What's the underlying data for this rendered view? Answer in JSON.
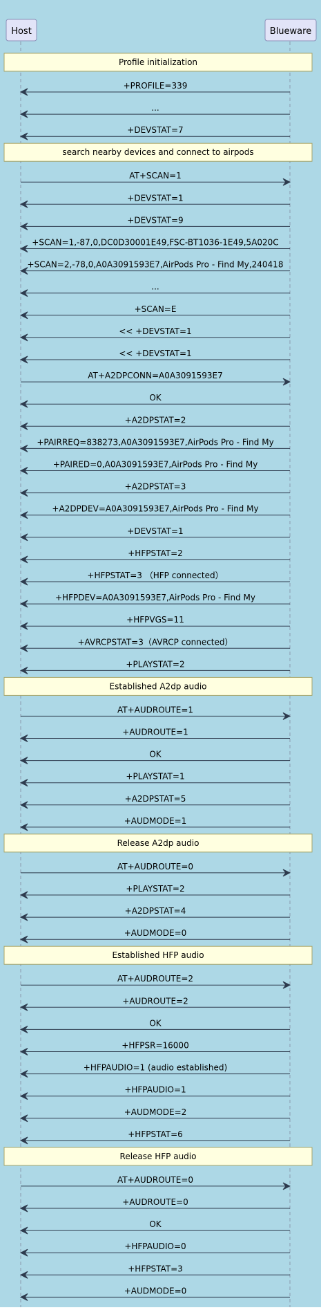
{
  "participants": {
    "left": "Host",
    "right": "Blueware"
  },
  "colors": {
    "background": "#ADD8E6",
    "participant_fill": "#E2E4F8",
    "participant_border": "#8A8FB8",
    "section_fill": "#FFFFE0",
    "section_border": "#A7A56A",
    "arrow": "#2E3B4E",
    "lifeline": "#8A9AAE"
  },
  "sections": [
    {
      "title": "Profile initialization",
      "messages": [
        {
          "dir": "left",
          "text": "+PROFILE=339"
        },
        {
          "dir": "left",
          "text": "..."
        },
        {
          "dir": "left",
          "text": "+DEVSTAT=7"
        }
      ]
    },
    {
      "title": "search nearby devices and connect to airpods",
      "messages": [
        {
          "dir": "right",
          "text": "AT+SCAN=1"
        },
        {
          "dir": "left",
          "text": "+DEVSTAT=1"
        },
        {
          "dir": "left",
          "text": "+DEVSTAT=9"
        },
        {
          "dir": "left",
          "text": "+SCAN=1,-87,0,DC0D30001E49,FSC-BT1036-1E49,5A020C"
        },
        {
          "dir": "left",
          "text": "+SCAN=2,-78,0,A0A3091593E7,AirPods Pro - Find My,240418"
        },
        {
          "dir": "left",
          "text": "..."
        },
        {
          "dir": "left",
          "text": "+SCAN=E"
        },
        {
          "dir": "left",
          "text": "<< +DEVSTAT=1"
        },
        {
          "dir": "left",
          "text": "<< +DEVSTAT=1"
        },
        {
          "dir": "right",
          "text": "AT+A2DPCONN=A0A3091593E7"
        },
        {
          "dir": "left",
          "text": "OK"
        },
        {
          "dir": "left",
          "text": "+A2DPSTAT=2"
        },
        {
          "dir": "left",
          "text": "+PAIRREQ=838273,A0A3091593E7,AirPods Pro - Find My"
        },
        {
          "dir": "left",
          "text": "+PAIRED=0,A0A3091593E7,AirPods Pro - Find My"
        },
        {
          "dir": "left",
          "text": "+A2DPSTAT=3"
        },
        {
          "dir": "left",
          "text": "+A2DPDEV=A0A3091593E7,AirPods Pro - Find My"
        },
        {
          "dir": "left",
          "text": "+DEVSTAT=1"
        },
        {
          "dir": "left",
          "text": "+HFPSTAT=2"
        },
        {
          "dir": "left",
          "text": "+HFPSTAT=3 （HFP connected）"
        },
        {
          "dir": "left",
          "text": "+HFPDEV=A0A3091593E7,AirPods Pro - Find My"
        },
        {
          "dir": "left",
          "text": "+HFPVGS=11"
        },
        {
          "dir": "left",
          "text": "+AVRCPSTAT=3（AVRCP connected）"
        },
        {
          "dir": "left",
          "text": "+PLAYSTAT=2"
        }
      ]
    },
    {
      "title": "Established A2dp audio",
      "messages": [
        {
          "dir": "right",
          "text": "AT+AUDROUTE=1"
        },
        {
          "dir": "left",
          "text": "+AUDROUTE=1"
        },
        {
          "dir": "left",
          "text": "OK"
        },
        {
          "dir": "left",
          "text": "+PLAYSTAT=1"
        },
        {
          "dir": "left",
          "text": "+A2DPSTAT=5"
        },
        {
          "dir": "left",
          "text": "+AUDMODE=1"
        }
      ]
    },
    {
      "title": "Release A2dp audio",
      "messages": [
        {
          "dir": "right",
          "text": "AT+AUDROUTE=0"
        },
        {
          "dir": "left",
          "text": "+PLAYSTAT=2"
        },
        {
          "dir": "left",
          "text": "+A2DPSTAT=4"
        },
        {
          "dir": "left",
          "text": "+AUDMODE=0"
        }
      ]
    },
    {
      "title": "Established HFP audio",
      "messages": [
        {
          "dir": "right",
          "text": "AT+AUDROUTE=2"
        },
        {
          "dir": "left",
          "text": "+AUDROUTE=2"
        },
        {
          "dir": "left",
          "text": "OK"
        },
        {
          "dir": "left",
          "text": "+HFPSR=16000"
        },
        {
          "dir": "left",
          "text": "+HFPAUDIO=1 (audio established)"
        },
        {
          "dir": "left",
          "text": "+HFPAUDIO=1"
        },
        {
          "dir": "left",
          "text": "+AUDMODE=2"
        },
        {
          "dir": "left",
          "text": "+HFPSTAT=6"
        }
      ]
    },
    {
      "title": "Release HFP audio",
      "messages": [
        {
          "dir": "right",
          "text": "AT+AUDROUTE=0"
        },
        {
          "dir": "left",
          "text": "+AUDROUTE=0"
        },
        {
          "dir": "left",
          "text": "OK"
        },
        {
          "dir": "left",
          "text": "+HFPAUDIO=0"
        },
        {
          "dir": "left",
          "text": "+HFPSTAT=3"
        },
        {
          "dir": "left",
          "text": "+AUDMODE=0"
        }
      ]
    }
  ]
}
